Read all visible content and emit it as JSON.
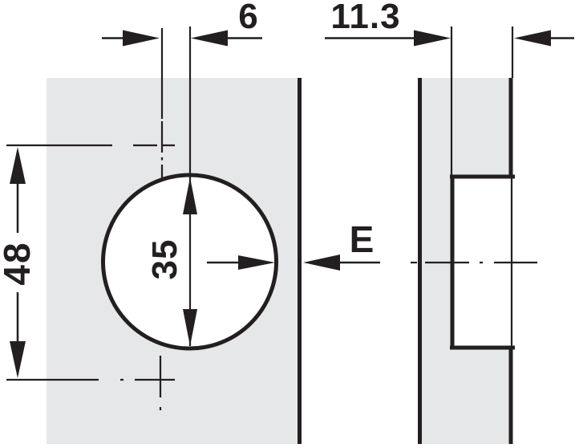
{
  "diagram": {
    "kind": "hinge-cup-drilling-dimensions",
    "colors": {
      "line": "#231f20",
      "panel_fill": "#e6e7e8",
      "background": "#ffffff"
    },
    "dimensions": {
      "cup_center_offset": "6",
      "drilling_depth": "11.3",
      "fixing_hole_spacing": "48",
      "cup_diameter": "35",
      "edge_distance": "E"
    }
  }
}
